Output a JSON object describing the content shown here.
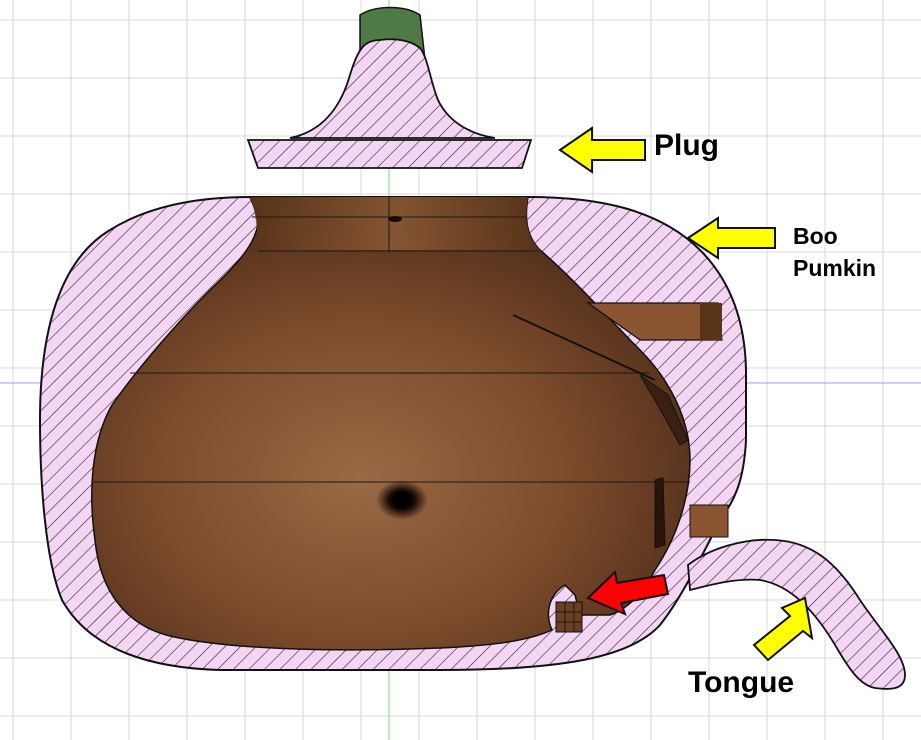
{
  "labels": {
    "plug": "Plug",
    "body_line1": "Boo",
    "body_line2": "Pumkin",
    "tongue": "Tongue"
  },
  "colors": {
    "background": "#ffffff",
    "grid": "#d8d8d8",
    "axis_x": "#9aa3f0",
    "axis_y": "#7ed87e",
    "section_fill": "#f4d6f4",
    "hatch": "#1a1a1a",
    "outline": "#111111",
    "cavity_dark": "#4a2a16",
    "cavity_mid": "#7a4a2b",
    "cavity_light": "#9a6a45",
    "stem_green": "#4f7a45",
    "wood_brown": "#8a5530",
    "arrow_yellow": "#ffff00",
    "arrow_red": "#ff0000"
  },
  "icons": {
    "plug_arrow": "arrow-left-icon",
    "body_arrow": "arrow-left-icon",
    "tongue_arrow": "arrow-up-right-icon",
    "insert_arrow": "arrow-down-left-icon"
  }
}
